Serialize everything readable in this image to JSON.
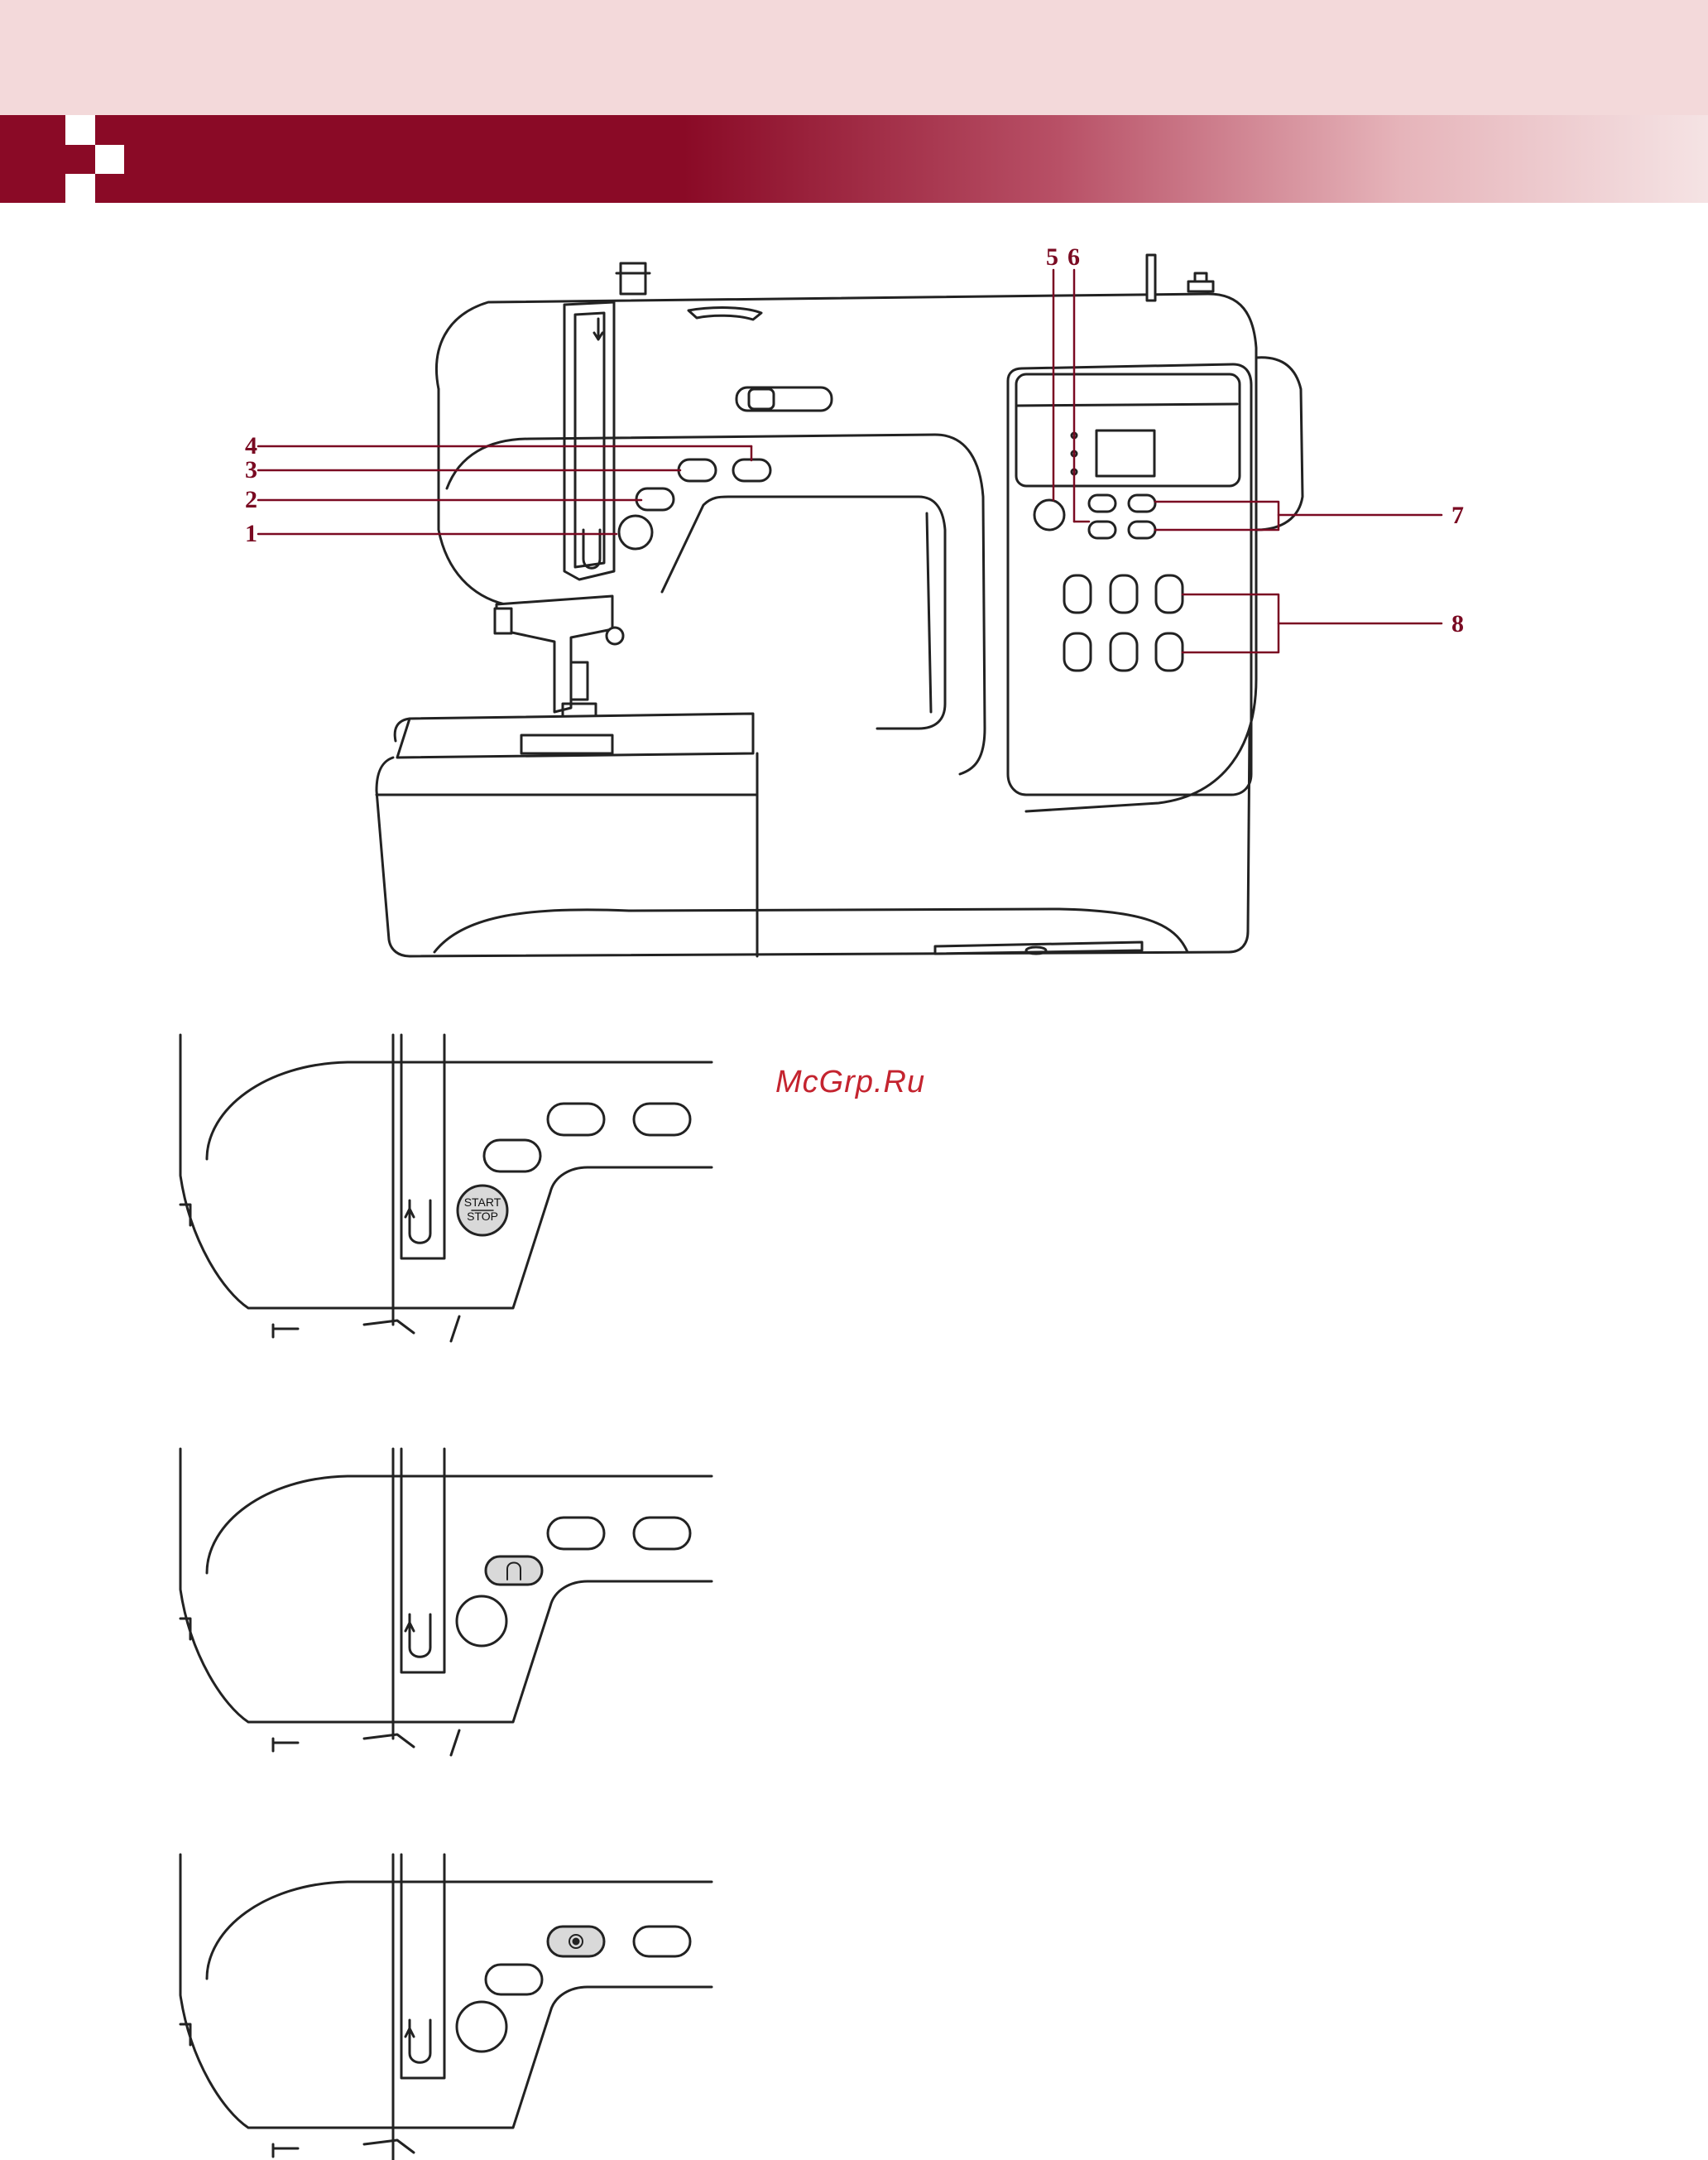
{
  "callouts": {
    "c1": "1",
    "c2": "2",
    "c3": "3",
    "c4": "4",
    "c5": "5",
    "c6": "6",
    "c7": "7",
    "c8": "8"
  },
  "detail_buttons": {
    "start_label_top": "START",
    "start_label_bottom": "STOP"
  },
  "watermark": "McGrp.Ru",
  "colors": {
    "header_red": "#8a0a26",
    "header_pink": "#f3d9da",
    "callout_red": "#7a0a22",
    "watermark_red": "#c4242f",
    "highlight_gray": "#d9d9d9"
  }
}
